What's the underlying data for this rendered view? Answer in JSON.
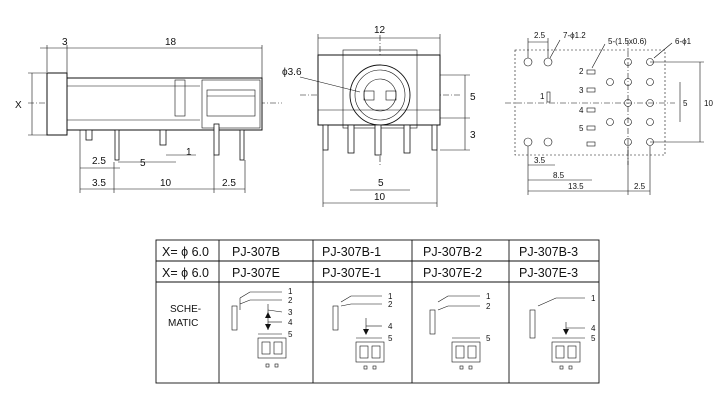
{
  "side_view": {
    "dims": {
      "top_left": "3",
      "top_total": "18",
      "height": "X",
      "d1": "2.5",
      "d2": "5",
      "d3": "1",
      "d4": "3.5",
      "d5": "10",
      "d6": "2.5"
    }
  },
  "front_view": {
    "dims": {
      "width": "12",
      "diameter": "ϕ3.6",
      "right_h": "5",
      "right_low": "3",
      "bottom_inner": "5",
      "bottom_outer": "10"
    }
  },
  "pcb_view": {
    "dims": {
      "top_pitch": "2.5",
      "hole_a": "7-ϕ1.2",
      "hole_b": "5-(1.5x0.6)",
      "hole_c": "6-ϕ1",
      "right_inner": "5",
      "right_outer": "10",
      "b1": "3.5",
      "b2": "8.5",
      "b3": "13.5",
      "b4": "2.5"
    },
    "pin_numbers": [
      "2",
      "3",
      "4",
      "5",
      "1"
    ]
  },
  "table": {
    "rows": [
      {
        "label": "X= ϕ 6.0",
        "models": [
          "PJ-307B",
          "PJ-307B-1",
          "PJ-307B-2",
          "PJ-307B-3"
        ]
      },
      {
        "label": "X= ϕ 6.0",
        "models": [
          "PJ-307E",
          "PJ-307E-1",
          "PJ-307E-2",
          "PJ-307E-3"
        ]
      }
    ],
    "schematic_label_1": "SCHE-",
    "schematic_label_2": "MATIC",
    "schematics": [
      {
        "pins": [
          "1",
          "2",
          "3",
          "4",
          "5"
        ]
      },
      {
        "pins": [
          "1",
          "2",
          "4",
          "5"
        ]
      },
      {
        "pins": [
          "1",
          "2",
          "5"
        ]
      },
      {
        "pins": [
          "1",
          "4",
          "5"
        ]
      }
    ]
  }
}
